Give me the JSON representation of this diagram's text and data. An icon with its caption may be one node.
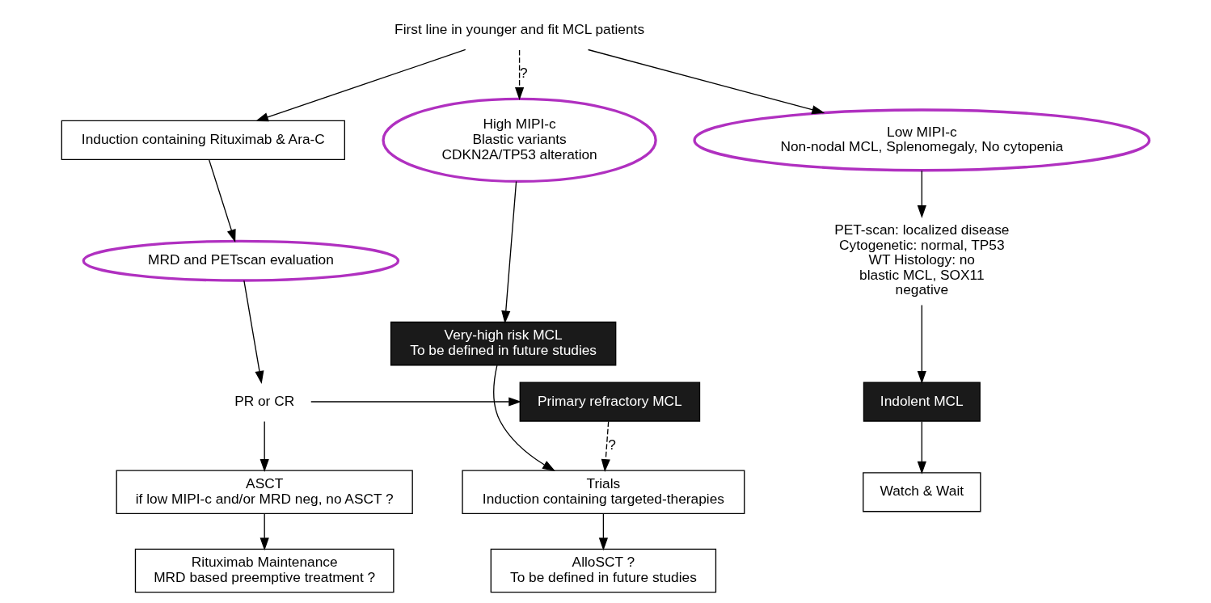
{
  "diagram": {
    "nodes": [
      {
        "text": [
          "First line in younger and fit MCL patients"
        ]
      },
      {
        "text": [
          "High MIPI-c",
          "Blastic variants",
          "CDKN2A/TP53 alteration"
        ]
      },
      {
        "text": [
          "Very-high risk MCL",
          "To be defined in future studies"
        ]
      },
      {
        "text": [
          "Trials",
          "Induction containing targeted-therapies"
        ]
      },
      {
        "text": [
          "AlloSCT ?",
          "To be defined in future studies"
        ]
      },
      {
        "text": [
          "Induction containing Rituximab & Ara-C"
        ]
      },
      {
        "text": [
          "MRD and PETscan evaluation"
        ]
      },
      {
        "text": [
          "PR or CR"
        ]
      },
      {
        "text": [
          "Primary refractory MCL"
        ]
      },
      {
        "text": [
          "ASCT",
          "if low MIPI-c and/or MRD neg, no ASCT ?"
        ]
      },
      {
        "text": [
          "Rituximab Maintenance",
          "MRD based preemptive treatment ?"
        ]
      },
      {
        "text": [
          "Low MIPI-c",
          "Non-nodal MCL, Splenomegaly, No cytopenia"
        ]
      },
      {
        "text": [
          "PET-scan: localized disease Cytogenetic: normal, TP53 WT Histology: no blastic MCL, SOX11 negative"
        ]
      },
      {
        "text": [
          "Indolent MCL"
        ]
      },
      {
        "text": [
          "Watch & Wait"
        ]
      }
    ],
    "edges": [
      {
        "from": 0,
        "to": 1,
        "arrow": "to",
        "style": "dashed",
        "label": "?"
      },
      {
        "from": 0,
        "to": 5,
        "arrow": "to"
      },
      {
        "from": 0,
        "to": 11,
        "arrow": "to"
      },
      {
        "from": 1,
        "to": 2,
        "arrow": "to"
      },
      {
        "from": 2,
        "to": 3,
        "arrow": "to"
      },
      {
        "from": 3,
        "to": 4,
        "arrow": "to"
      },
      {
        "from": 5,
        "to": 6,
        "arrow": "to"
      },
      {
        "from": 6,
        "to": 7,
        "arrow": "to"
      },
      {
        "from": 7,
        "to": 8,
        "arrow": "to"
      },
      {
        "from": 7,
        "to": 9,
        "arrow": "to"
      },
      {
        "from": 9,
        "to": 10,
        "arrow": "to"
      },
      {
        "from": 8,
        "to": 3,
        "arrow": "to",
        "style": "dashed",
        "label": "?"
      },
      {
        "from": 11,
        "to": 12,
        "arrow": "to"
      },
      {
        "from": 12,
        "to": 13,
        "arrow": "to"
      },
      {
        "from": 13,
        "to": 14,
        "arrow": "to"
      }
    ]
  }
}
